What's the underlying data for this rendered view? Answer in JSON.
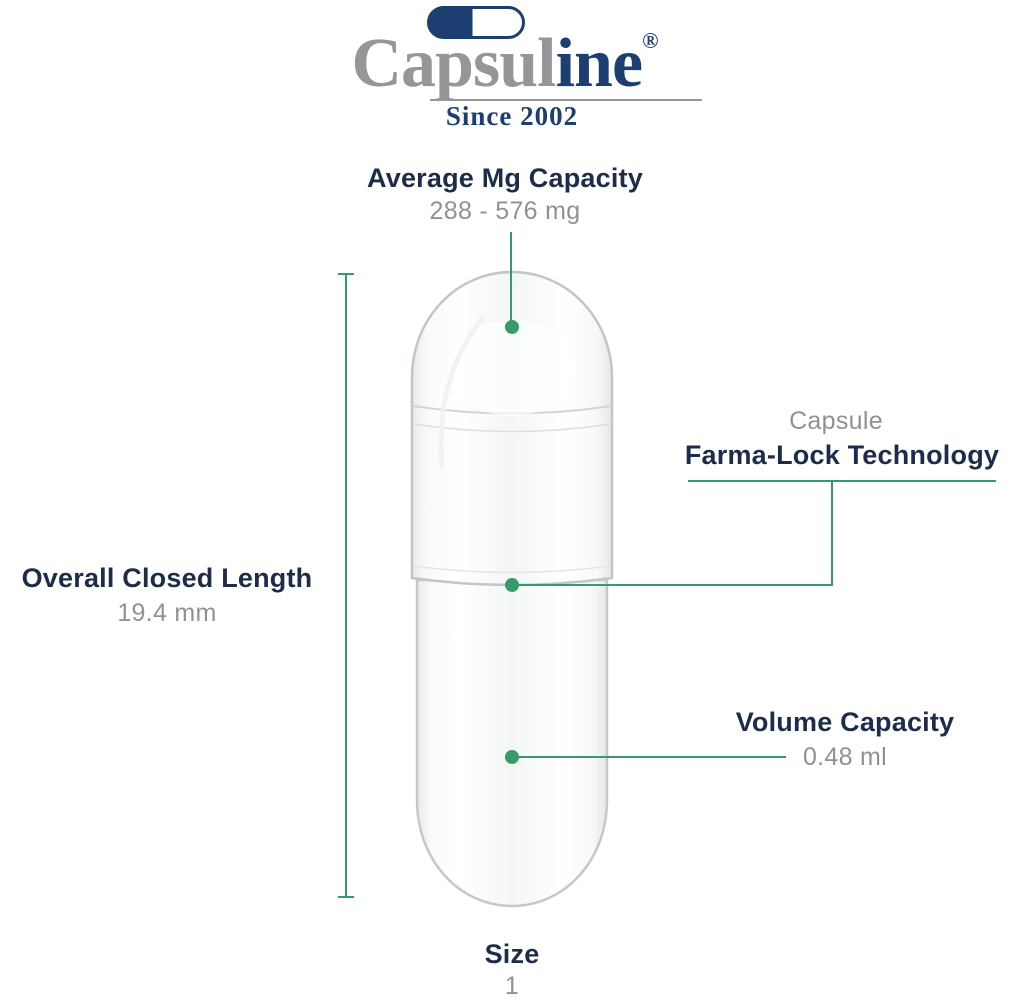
{
  "colors": {
    "navy": "#1d2c4b",
    "gray": "#8f9295",
    "green": "#369a6c",
    "logo_navy": "#1c3e71",
    "logo_gray": "#93979a",
    "capsule_outline": "#c5c9cb"
  },
  "logo": {
    "icon": "capsule-icon",
    "name_gray": "Capsul",
    "name_navy": "ine",
    "registered_mark": "®",
    "tagline": "Since 2002"
  },
  "annotations": {
    "avg_capacity": {
      "title": "Average Mg Capacity",
      "value": "288 - 576 mg"
    },
    "closed_length": {
      "title": "Overall Closed Length",
      "value": "19.4 mm"
    },
    "farma_lock": {
      "subtitle": "Capsule",
      "title": "Farma-Lock Technology"
    },
    "volume": {
      "title": "Volume Capacity",
      "value": "0.48 ml"
    },
    "size": {
      "title": "Size",
      "value": "1"
    }
  }
}
